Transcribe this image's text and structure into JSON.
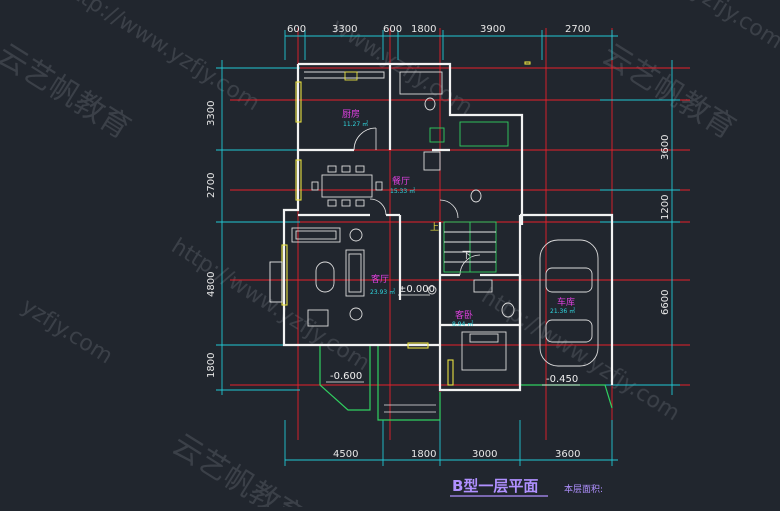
{
  "title": "B型一层平面",
  "area_label": "本层面积:",
  "dims": {
    "top": [
      "600",
      "3300",
      "600",
      "1800",
      "3900",
      "2700"
    ],
    "bottom": [
      "4500",
      "1800",
      "3000",
      "3600"
    ],
    "left": [
      "3300",
      "2700",
      "4800",
      "1800"
    ],
    "right": [
      "3600",
      "1200",
      "6600"
    ]
  },
  "rooms": {
    "kitchen": {
      "name": "厨房",
      "area": "11.27 ㎡"
    },
    "dining": {
      "name": "餐厅",
      "area": "15.33 ㎡"
    },
    "living": {
      "name": "客厅",
      "area": "23.93 ㎡"
    },
    "guest": {
      "name": "客卧",
      "area": "8.94 ㎡"
    },
    "garage": {
      "name": "车库",
      "area": "21.36 ㎡"
    }
  },
  "levels": {
    "floor": "±0.000",
    "porch": "-0.600",
    "garage": "-0.450"
  },
  "stair_up": "上",
  "stair_down": "下",
  "watermarks": [
    "云艺帆教育",
    "http://www.yzfjy.com",
    "www.yzfjy.com",
    "yzfjy.com"
  ],
  "colors": {
    "background": "#21262e",
    "grid_red": "#e8202a",
    "grid_cyan": "#21c8d4",
    "wall": "#f2f2f2",
    "furniture": "#dcdcdc",
    "label_magenta": "#e040e0",
    "label_cyan": "#30d8e0",
    "window_yellow": "#e8e040",
    "fixture_green": "#30d060",
    "title_purple": "#b090ff"
  }
}
